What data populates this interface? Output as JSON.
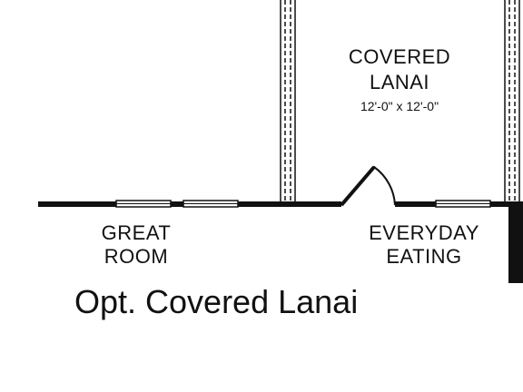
{
  "rooms": {
    "covered_lanai": {
      "name_line1": "COVERED",
      "name_line2": "LANAI",
      "dimensions": "12'-0\" x 12'-0\""
    },
    "great_room": {
      "name_line1": "GREAT",
      "name_line2": "ROOM"
    },
    "everyday_eating": {
      "name_line1": "EVERYDAY",
      "name_line2": "EATING"
    }
  },
  "caption": "Opt. Covered Lanai",
  "colors": {
    "wall": "#111111",
    "background": "#ffffff"
  }
}
